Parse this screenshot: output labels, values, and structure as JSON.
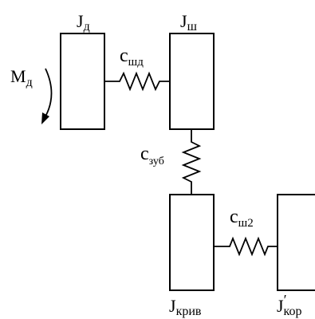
{
  "diagram": {
    "inertias": {
      "motor": {
        "base": "J",
        "sub": "д"
      },
      "shaft": {
        "base": "J",
        "sub": "ш"
      },
      "crank": {
        "base": "J",
        "sub": "крив"
      },
      "body": {
        "base": "J",
        "sub": "кор",
        "prime": "′"
      }
    },
    "springs": {
      "shaft_motor": {
        "base": "c",
        "sub": "шд"
      },
      "gear": {
        "base": "c",
        "sub": "зуб"
      },
      "shaft_2": {
        "base": "c",
        "sub": "ш2"
      }
    },
    "torque": {
      "base": "М",
      "sub": "д"
    }
  }
}
